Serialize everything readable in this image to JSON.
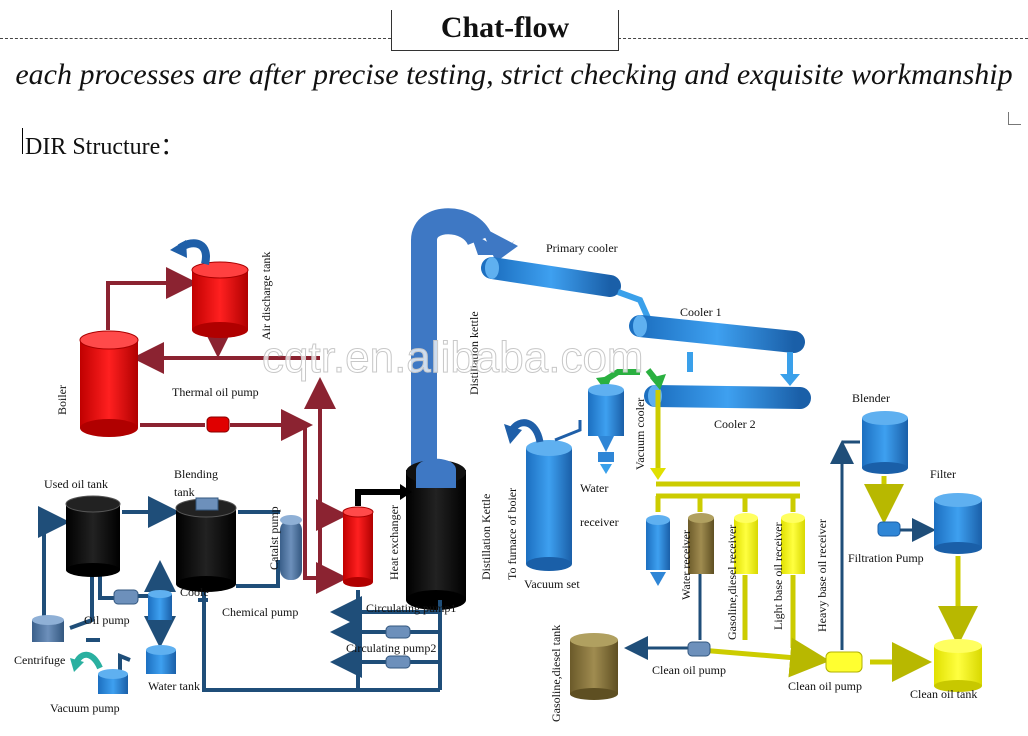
{
  "header": {
    "title": "Chat-flow",
    "subtitle": "each processes are after precise testing, strict checking and exquisite workmanship",
    "section": "DIR Structure："
  },
  "watermark": "cqtr.en.alibaba.com",
  "labels": {
    "air_discharge_tank": "Air discharge tank",
    "boiler": "Boiler",
    "thermal_oil_pump": "Thermal oil pump",
    "distillation_kettle_top": "Distillation kettle",
    "primary_cooler": "Primary cooler",
    "cooler1": "Cooler 1",
    "cooler2": "Cooler 2",
    "vacuum_cooler": "Vacuum cooler",
    "water_receiver_left": "Water receiver",
    "distillation_kettle": "Distillation Kettle",
    "to_furnace": "To furnace of boier",
    "vacuum_set": "Vacuum set",
    "used_oil_tank": "Used oil tank",
    "blending_tank": "Blending tank",
    "catalyst_pump": "Catalst pump",
    "heat_exchanger": "Heat exchanger",
    "cooler_small": "Coole",
    "chemical_pump": "Chemical pump",
    "oil_pump": "Oil pump",
    "circulating_pump1": "Circulating pump1",
    "circulating_pump2": "Circulating pump2",
    "centrifuge": "Centrifuge",
    "water_tank": "Water tank",
    "vacuum_pump": "Vacuum pump",
    "water_receiver": "Water receiver",
    "gasoline_receiver": "Gasoline,diesel receiver",
    "light_receiver": "Light base oil receiver",
    "heavy_receiver": "Heavy base oil receiver",
    "blender": "Blender",
    "filter": "Filter",
    "filtration_pump": "Filtration Pump",
    "gasoline_tank": "Gasoline,diesel tank",
    "clean_oil_pump1": "Clean oil pump",
    "clean_oil_pump2": "Clean oil pump",
    "clean_oil_tank": "Clean oil tank"
  }
}
